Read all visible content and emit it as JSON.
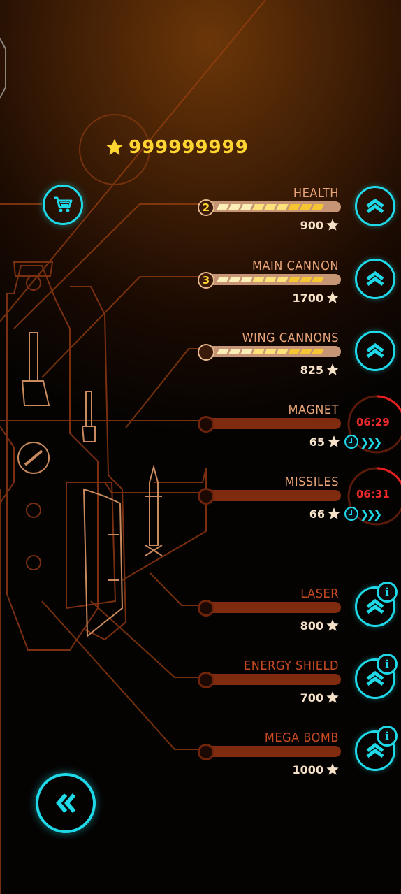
{
  "currency": {
    "value": "999999999",
    "icon": "star-icon",
    "color": "#ffd531"
  },
  "accent_color": "#1fd9e8",
  "buttons": {
    "shop_icon": "shopping-cart-icon",
    "back_icon": "double-chevron-left-icon"
  },
  "upgrades": [
    {
      "name": "HEALTH",
      "level": "2",
      "price": "900",
      "level_fill": 1.0,
      "state": "upgradeable"
    },
    {
      "name": "MAIN CANNON",
      "level": "3",
      "price": "1700",
      "level_fill": 1.0,
      "state": "upgradeable"
    },
    {
      "name": "WING CANNONS",
      "level": "",
      "price": "825",
      "level_fill": 1.0,
      "state": "upgradeable"
    },
    {
      "name": "MAGNET",
      "level": "",
      "price": "65",
      "timer": "06:29",
      "state": "cooldown"
    },
    {
      "name": "MISSILES",
      "level": "",
      "price": "66",
      "timer": "06:31",
      "state": "cooldown"
    },
    {
      "name": "LASER",
      "level": "",
      "price": "800",
      "state": "locked"
    },
    {
      "name": "ENERGY SHIELD",
      "level": "",
      "price": "700",
      "state": "locked"
    },
    {
      "name": "MEGA BOMB",
      "level": "",
      "price": "1000",
      "state": "locked"
    }
  ]
}
